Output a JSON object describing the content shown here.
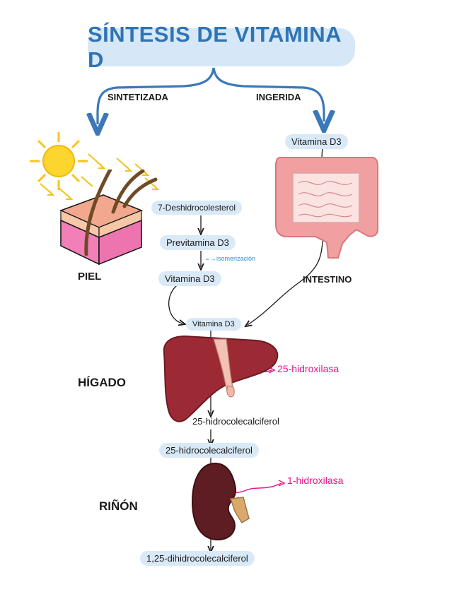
{
  "title": "SÍNTESIS DE VITAMINA D",
  "branches": {
    "left": "SINTETIZADA",
    "right": "INGERIDA"
  },
  "skin_path": {
    "organ": "PIEL",
    "steps": [
      "7-Deshidrocolesterol",
      "Previtamina D3",
      "Vitamina D3"
    ],
    "note": "→isomerización"
  },
  "intestine_path": {
    "organ": "INTESTINO",
    "input": "Vitamina D3"
  },
  "liver": {
    "organ": "HÍGADO",
    "input": "Vitamina D3",
    "enzyme": "25-hidroxilasa",
    "output": "25-hidrocolecalciferol"
  },
  "kidney": {
    "organ": "RIÑÓN",
    "input": "25-hidrocolecalciferol",
    "enzyme": "1-hidroxilasa",
    "output": "1,25-dihidrocolecalciferol"
  },
  "colors": {
    "title_bg": "#d6e8f7",
    "title_text": "#2f74b5",
    "arrow_blue": "#3b78b8",
    "pill_bg": "#d9e9f7",
    "enzyme_pink": "#e6158c",
    "liver": "#9c2a35",
    "kidney": "#5e1d22",
    "intestine": "#f0a0a0",
    "sun": "#f7c51e"
  },
  "icons": [
    "sun-icon",
    "skin-icon",
    "intestine-icon",
    "liver-icon",
    "kidney-icon"
  ]
}
